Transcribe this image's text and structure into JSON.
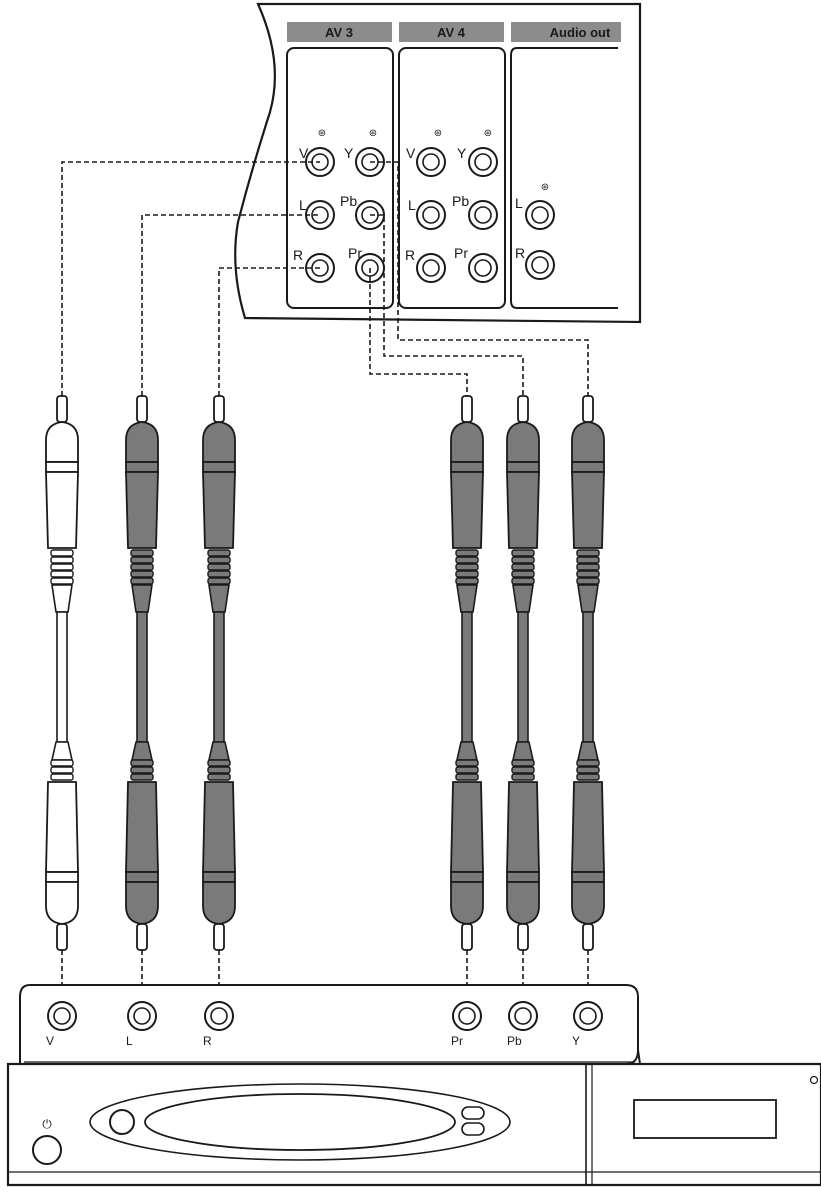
{
  "tv_panel": {
    "tabs": [
      "AV 3",
      "AV 4",
      "Audio out"
    ],
    "av3": {
      "video": "V",
      "audio_left": "L",
      "audio_right": "R",
      "component_y": "Y",
      "component_pb": "Pb",
      "component_pr": "Pr"
    },
    "av4": {
      "video": "V",
      "audio_left": "L",
      "audio_right": "R",
      "component_y": "Y",
      "component_pb": "Pb",
      "component_pr": "Pr"
    },
    "audio_out": {
      "left": "L",
      "right": "R"
    }
  },
  "cables": {
    "left_group": [
      "V",
      "L",
      "R"
    ],
    "right_group": [
      "Pr",
      "Pb",
      "Y"
    ]
  },
  "source_device": {
    "jack_labels": [
      "V",
      "L",
      "R",
      "Pr",
      "Pb",
      "Y"
    ],
    "power_symbol": "⏻"
  },
  "colors": {
    "line": "#1a1a1a",
    "tab_gray": "#8c8c8c",
    "cable_gray": "#7a7a7a",
    "plug_white": "#ffffff"
  }
}
